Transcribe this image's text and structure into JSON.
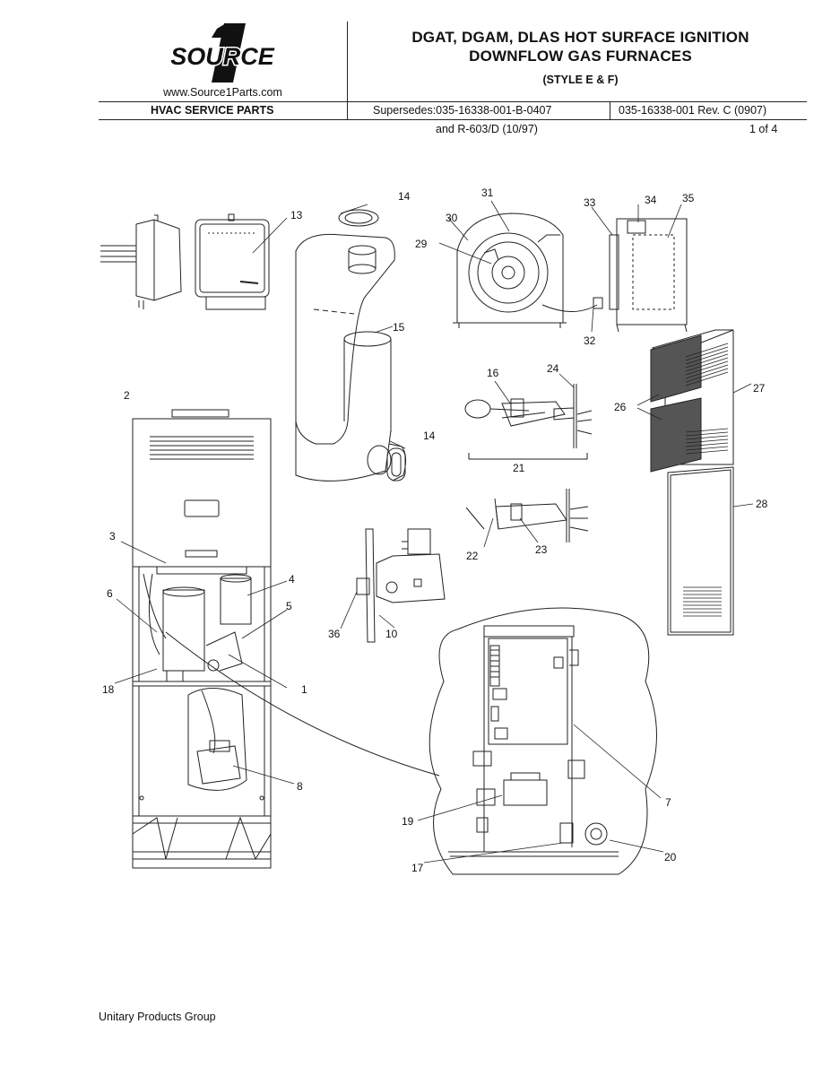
{
  "header": {
    "logo_text": "SOURCE",
    "logo_numeral": "1",
    "website": "www.Source1Parts.com",
    "title_line1": "DGAT, DGAM, DLAS HOT SURFACE IGNITION",
    "title_line2": "DOWNFLOW GAS FURNACES",
    "style_note": "(STYLE E & F)"
  },
  "info_strip": {
    "category": "HVAC SERVICE PARTS",
    "supersedes": "Supersedes:035-16338-001-B-0407",
    "supersedes_line2": "and R-603/D (10/97)",
    "doc_number": "035-16338-001 Rev. C (0907)",
    "page_indicator": "1 of 4"
  },
  "diagram": {
    "callouts": [
      "1",
      "2",
      "3",
      "4",
      "5",
      "6",
      "7",
      "8",
      "10",
      "13",
      "14",
      "14",
      "15",
      "16",
      "17",
      "18",
      "19",
      "20",
      "21",
      "22",
      "23",
      "24",
      "26",
      "27",
      "28",
      "29",
      "30",
      "31",
      "32",
      "33",
      "34",
      "35",
      "36"
    ]
  },
  "footer": {
    "company": "Unitary Products Group"
  }
}
